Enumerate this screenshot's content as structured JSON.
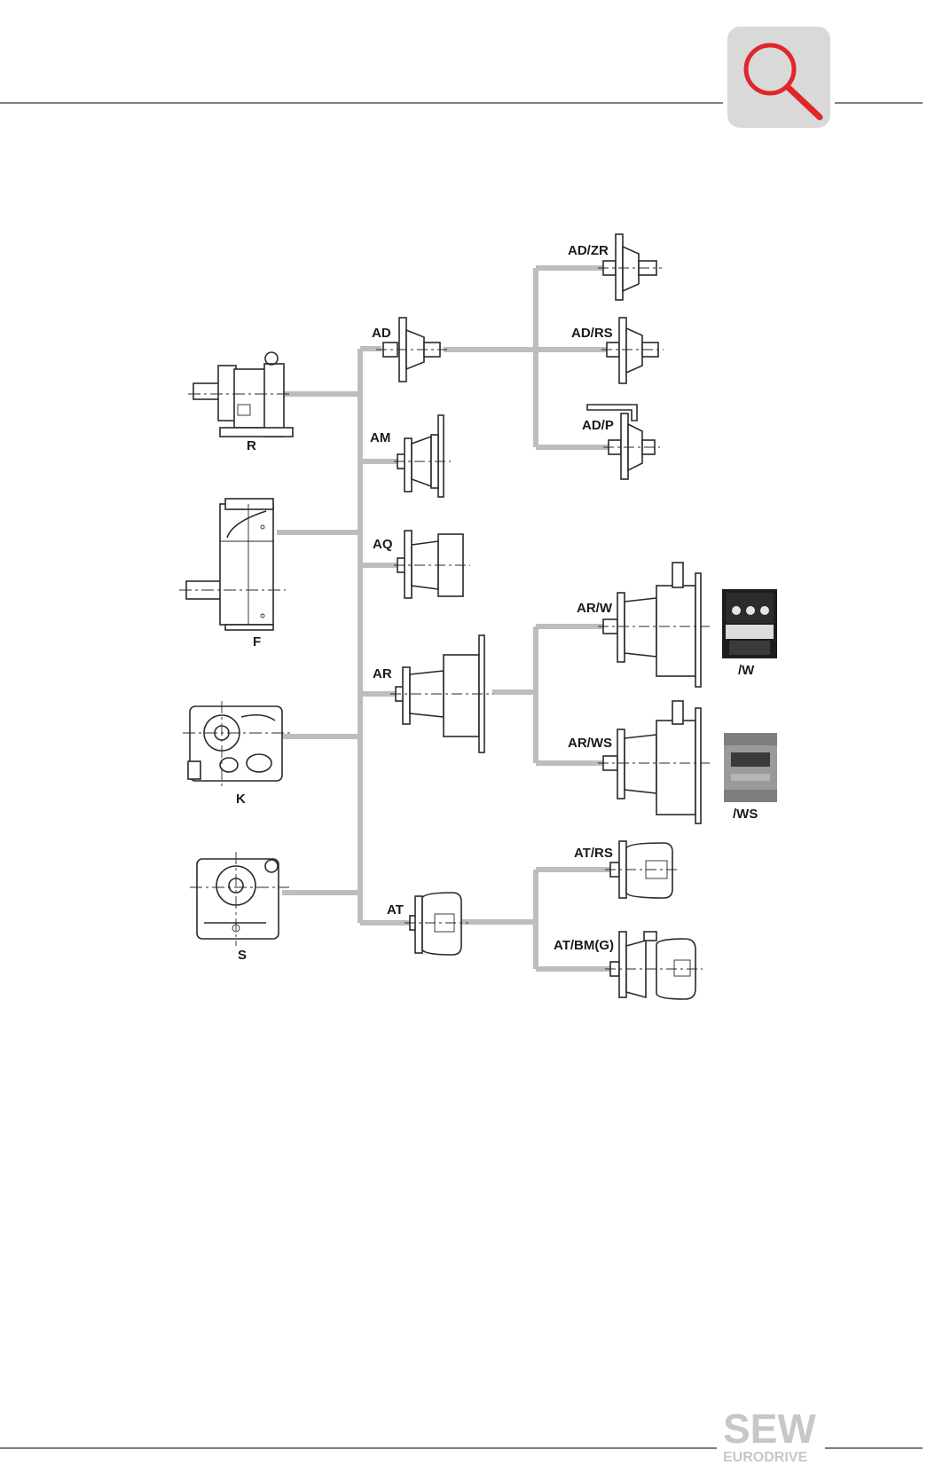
{
  "labels": {
    "R": "R",
    "F": "F",
    "K": "K",
    "S": "S",
    "AD": "AD",
    "AM": "AM",
    "AQ": "AQ",
    "AR": "AR",
    "AT": "AT",
    "AD_ZR": "AD/ZR",
    "AD_RS": "AD/RS",
    "AD_P": "AD/P",
    "AR_W": "AR/W",
    "AR_WS": "AR/WS",
    "AT_RS": "AT/RS",
    "AT_BMG": "AT/BM(G)",
    "W": "/W",
    "WS": "/WS"
  },
  "logo": {
    "brand": "SEW",
    "sub": "EURODRIVE"
  },
  "icons": {
    "header": "magnifier-icon"
  },
  "colors": {
    "connector": "#bdbdbd",
    "icon_tile": "#d9d9d9",
    "icon_accent": "#e0262b",
    "logo": "#c7c7c7"
  }
}
